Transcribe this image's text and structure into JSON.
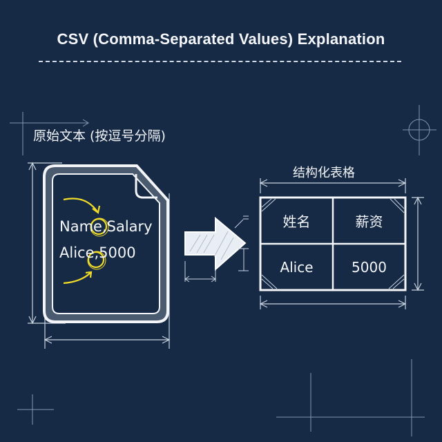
{
  "title": "CSV (Comma-Separated Values) Explanation",
  "raw_text": {
    "label": "原始文本 (按逗号分隔)",
    "lines": [
      "Name,Salary",
      "Alice,5000"
    ],
    "highlight_color": "#f1dc2a"
  },
  "arrow": {
    "direction": "right"
  },
  "structured_table": {
    "label": "结构化表格",
    "headers": [
      "姓名",
      "薪资"
    ],
    "rows": [
      [
        "Alice",
        "5000"
      ]
    ]
  },
  "colors": {
    "background": "#162a45",
    "chalk": "#f2f4f7",
    "highlight": "#f1dc2a"
  }
}
